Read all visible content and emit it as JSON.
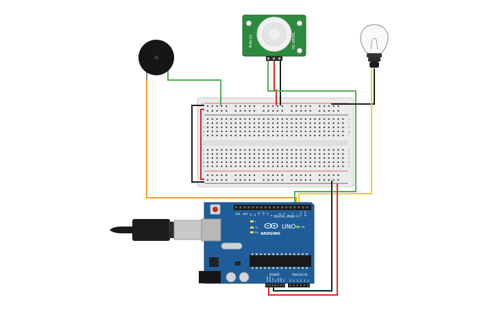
{
  "pir": {
    "label_left": "Ardu-Lo",
    "label_right": "HC-SR501"
  },
  "breadboard": {
    "row_letters": [
      "j",
      "i",
      "h",
      "g",
      "f",
      "e",
      "d",
      "c",
      "b",
      "a"
    ],
    "rail_plus": "+",
    "rail_minus": "-"
  },
  "arduino": {
    "brand": "ARDUINO",
    "model": "UNO",
    "digital_label": "DIGITAL (PWM ~)",
    "power_label": "POWER",
    "analog_label": "ANALOG IN",
    "tx_label": "TX",
    "rx_label": "RX",
    "l_label": "L",
    "on_label": "ON",
    "aref_label": "AREF",
    "gnd_label": "GND",
    "digital_pins": [
      "13",
      "12",
      "~11",
      "~10",
      "~9",
      "8",
      "7",
      "~6",
      "~5",
      "4",
      "~3",
      "2",
      "TX 1",
      "RX 0"
    ],
    "power_pins": [
      "IOREF",
      "RESET",
      "3.3V",
      "5V",
      "GND",
      "GND",
      "Vin"
    ],
    "analog_pins": [
      "A0",
      "A1",
      "A2",
      "A3",
      "A4",
      "A5"
    ]
  },
  "colors": {
    "wire_black": "#1a1a1a",
    "wire_red": "#e02020",
    "wire_green": "#4caf50",
    "wire_orange": "#f39a2b",
    "wire_yellow": "#e7cf2a",
    "board_blue": "#1f5d99",
    "pir_green": "#2c8a3c"
  }
}
